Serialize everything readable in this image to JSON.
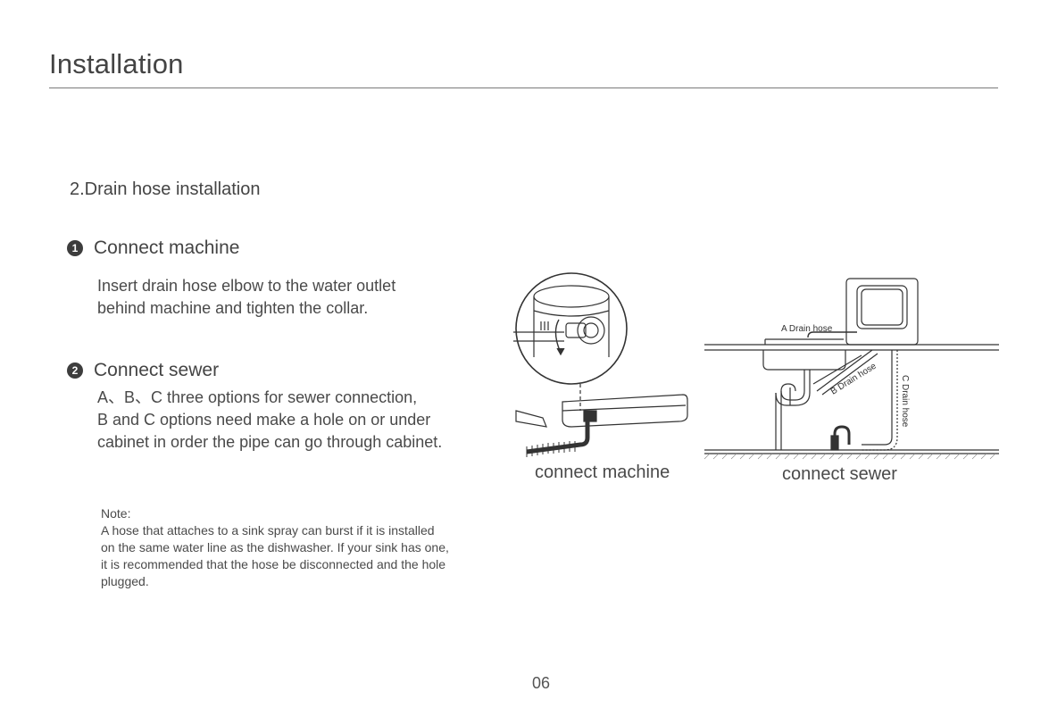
{
  "header": {
    "title": "Installation"
  },
  "section": {
    "title": "2.Drain hose installation"
  },
  "steps": [
    {
      "number": "1",
      "title": "Connect machine",
      "lines": [
        "Insert drain hose elbow to the water outlet",
        "behind machine and tighten the collar."
      ]
    },
    {
      "number": "2",
      "title": "Connect sewer",
      "lines": [
        "A、B、C three options for sewer connection,",
        "B and C options need make a  hole on or under",
        "cabinet in order the pipe can go through cabinet."
      ]
    }
  ],
  "note": {
    "label": "Note:",
    "lines": [
      "A hose that attaches to a sink spray can burst if it is installed",
      "on the same water line as the dishwasher. If your sink has one,",
      "it is recommended that the hose be disconnected and the hole",
      "plugged."
    ]
  },
  "figures": {
    "machine_caption": "connect machine",
    "sewer_caption": "connect sewer",
    "label_a": "A Drain hose",
    "label_b": "B Drain hose",
    "label_c": "C Drain hose"
  },
  "footer": {
    "page_number": "06"
  }
}
